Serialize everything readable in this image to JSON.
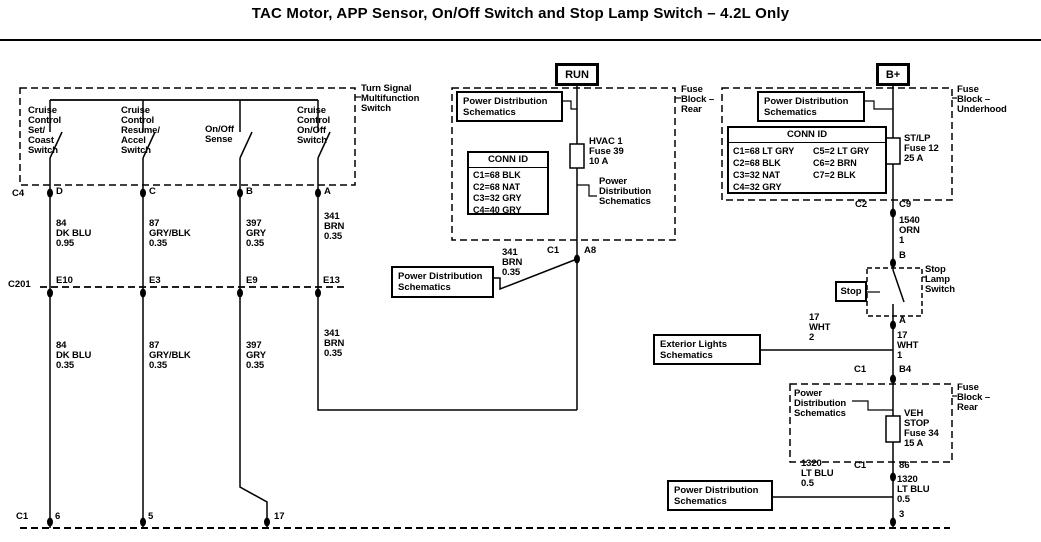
{
  "title": "TAC Motor, APP Sensor, On/Off Switch and Stop Lamp Switch – 4.2L  Only",
  "turn_signal_switch": {
    "label": "Turn Signal\nMultifunction\nSwitch",
    "connector": "C4",
    "c201": "C201",
    "bottom_connector": "C1",
    "switches": [
      {
        "name": "Cruise\nControl\nSet/\nCoast\nSwitch",
        "pin": "D",
        "wire_upper": "84\nDK BLU\n0.95",
        "c201_pin": "E10",
        "wire_lower": "84\nDK BLU\n0.35",
        "bottom_pin": "6"
      },
      {
        "name": "Cruise\nControl\nResume/\nAccel\nSwitch",
        "pin": "C",
        "wire_upper": "87\nGRY/BLK\n0.35",
        "c201_pin": "E3",
        "wire_lower": "87\nGRY/BLK\n0.35",
        "bottom_pin": "5"
      },
      {
        "name": "On/Off\nSense",
        "pin": "B",
        "wire_upper": "397\nGRY\n0.35",
        "c201_pin": "E9",
        "wire_lower": "397\nGRY\n0.35",
        "bottom_pin": "17"
      },
      {
        "name": "Cruise\nControl\nOn/Off\nSwitch",
        "pin": "A",
        "wire_upper": "341\nBRN\n0.35",
        "c201_pin": "E13",
        "wire_lower": "341\nBRN\n0.35"
      }
    ]
  },
  "run_circuit": {
    "source": "RUN",
    "fuse_block": "Fuse\nBlock –\nRear",
    "pds_box": "Power Distribution\nSchematics",
    "fuse": "HVAC 1\nFuse 39\n10 A",
    "conn_id": {
      "header": "CONN ID",
      "rows": [
        "C1=68 BLK",
        "C2=68 NAT",
        "C3=32 GRY",
        "C4=40 GRY"
      ]
    },
    "pds_ref": "Power\nDistribution\nSchematics",
    "connector": "C1",
    "pin": "A8",
    "pds_splice_box": "Power Distribution\nSchematics",
    "splice_wire": "341\nBRN\n0.35"
  },
  "battery_circuit": {
    "source": "B+",
    "fuse_block_underhood": "Fuse\nBlock –\nUnderhood",
    "pds_box": "Power Distribution\nSchematics",
    "conn_id": {
      "header": "CONN ID",
      "rows_left": [
        "C1=68 LT GRY",
        "C2=68 BLK",
        "C3=32 NAT",
        "C4=32 GRY"
      ],
      "rows_right": [
        "C5=2 LT GRY",
        "C6=2 BRN",
        "C7=2 BLK"
      ]
    },
    "fuse_stlp": "ST/LP\nFuse 12\n25 A",
    "connector_c2": "C2",
    "pin_c9": "C9",
    "wire_1540": "1540\nORN\n1",
    "pin_b": "B",
    "stop_label": "Stop",
    "stop_lamp_switch": "Stop\nLamp\nSwitch",
    "pin_a": "A",
    "wire_17_branch": "17\nWHT\n2",
    "exterior_lights_box": "Exterior Lights\nSchematics",
    "wire_17_main": "17\nWHT\n1",
    "connector_c1_upper": "C1",
    "pin_b4": "B4",
    "fuse_block_rear": "Fuse\nBlock –\nRear",
    "pds_ref": "Power\nDistribution\nSchematics",
    "fuse_vehstop": "VEH\nSTOP\nFuse 34\n15 A",
    "connector_c1_lower": "C1",
    "pin_86": "86",
    "wire_1320_branch": "1320\nLT BLU\n0.5",
    "pds_bottom_box": "Power Distribution\nSchematics",
    "wire_1320_main": "1320\nLT BLU\n0.5",
    "pin_3": "3"
  }
}
